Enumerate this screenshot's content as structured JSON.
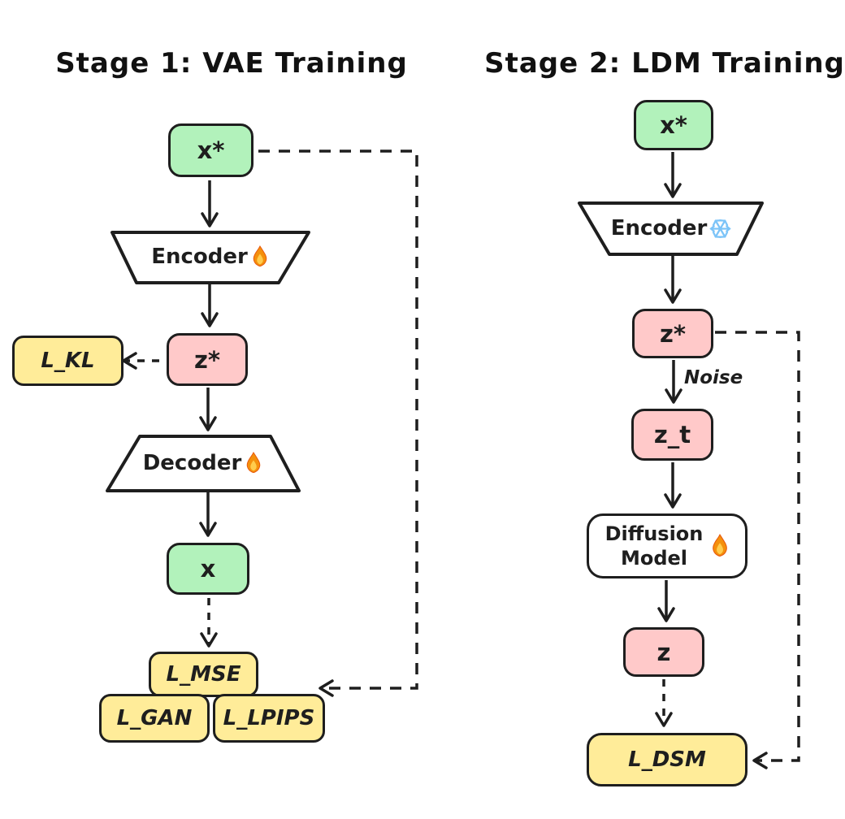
{
  "diagram": {
    "stage1": {
      "title": "Stage 1: VAE Training",
      "input": "x*",
      "encoder": "Encoder",
      "latent": "z*",
      "loss_kl": "L_KL",
      "decoder": "Decoder",
      "reconstruction": "x",
      "loss_mse": "L_MSE",
      "loss_gan": "L_GAN",
      "loss_lpips": "L_LPIPS"
    },
    "stage2": {
      "title": "Stage 2: LDM Training",
      "input": "x*",
      "encoder": "Encoder",
      "latent": "z*",
      "noise_edge_label": "Noise",
      "noised_latent": "z_t",
      "diffusion_model": "Diffusion Model",
      "prediction": "z",
      "loss_dsm": "L_DSM"
    },
    "icons": {
      "fire-icon": "trainable (fire emoji)",
      "snowflake-icon": "frozen (snowflake emoji)"
    },
    "colors": {
      "data_box_green": "#b2f2bb",
      "latent_box_pink": "#ffc9c9",
      "loss_box_yellow": "#ffec99",
      "stroke": "#1e1e1e",
      "snowflake_blue": "#7cc4f8",
      "fire_orange": "#f4900c",
      "fire_yellow": "#ffcc4d",
      "background": "#ffffff"
    }
  }
}
